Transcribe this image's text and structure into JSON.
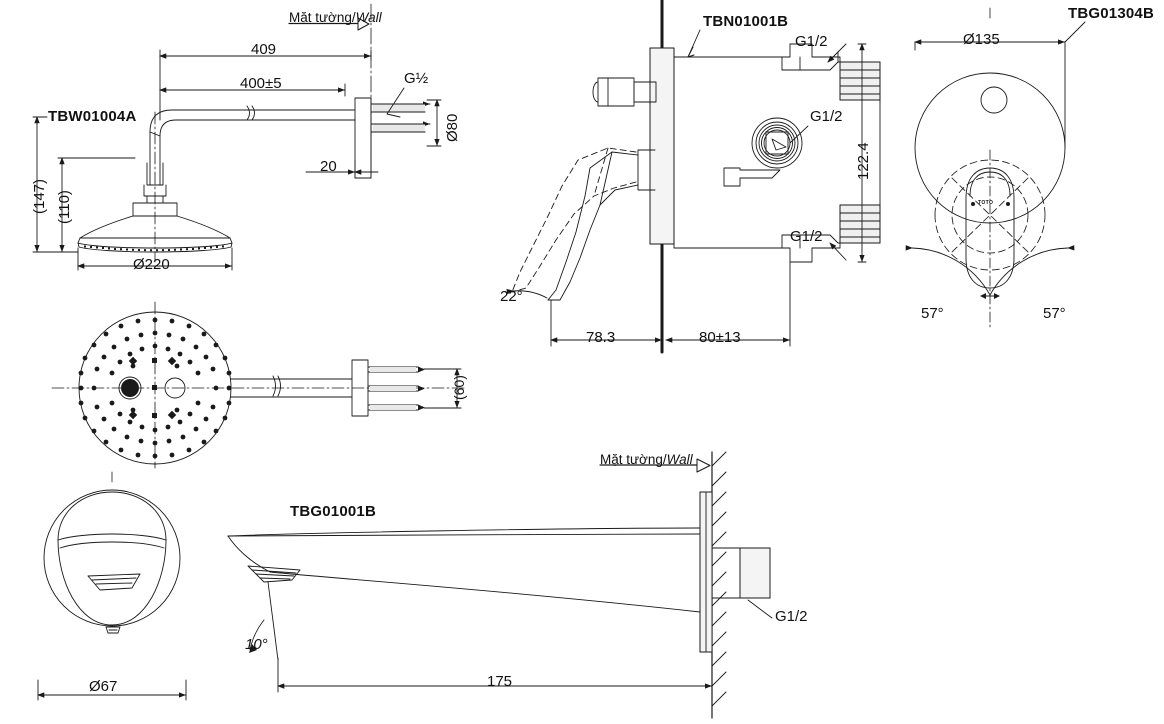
{
  "drawing": {
    "title": "TOTO shower and bath mixer installation dimension drawing",
    "line_color": "#1a1a1a",
    "bg_color": "#ffffff"
  },
  "views": {
    "shower_head_side": {
      "part_label": "TBW01004A",
      "dims": {
        "arm_total": "409",
        "arm_nominal": "400±5",
        "wall_offset": "20",
        "flange_dia": "Ø80",
        "head_dia": "Ø220",
        "height_overall": "(147)",
        "height_inner": "(110)",
        "thread": "G½"
      },
      "wall_note": {
        "vi": "Mặt tường/",
        "en": "Wall"
      }
    },
    "shower_head_bottom": {
      "dims": {
        "flange_height": "(60)"
      }
    },
    "valve_body": {
      "part_label": "TBN01001B",
      "dims": {
        "handle_angle": "22°",
        "handle_proj": "78.3",
        "body_depth": "80±13",
        "body_height": "122.4"
      },
      "ports": [
        "G1/2",
        "G1/2",
        "G1/2"
      ]
    },
    "trim_front": {
      "part_label": "TBG01304B",
      "dims": {
        "plate_dia": "Ø135",
        "angle_left": "57°",
        "angle_right": "57°"
      },
      "brand": "TOTO"
    },
    "spout_side": {
      "part_label": "TBG01001B",
      "dims": {
        "tilt_angle": "10°",
        "projection": "175",
        "thread": "G1/2"
      },
      "wall_note": {
        "vi": "Mặt tường/",
        "en": "Wall"
      }
    },
    "spout_front": {
      "dims": {
        "dia": "Ø67"
      }
    }
  }
}
